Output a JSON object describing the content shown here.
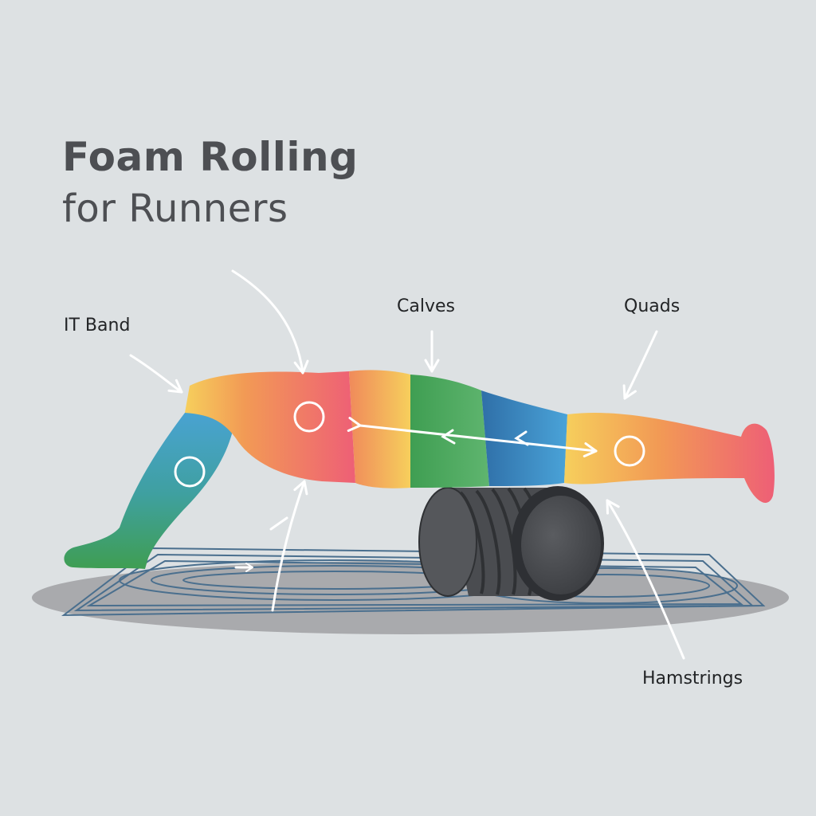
{
  "title": {
    "line1": "Foam Rolling",
    "line2": "for Runners"
  },
  "labels": {
    "it_band": "IT Band",
    "calves": "Calves",
    "quads": "Quads",
    "hamstrings": "Hamstrings"
  },
  "colors": {
    "background": "#dde1e3",
    "title_text": "#4d4f53",
    "label_text": "#222426",
    "arrow": "#ffffff",
    "mat_shadow": "#a9aaad",
    "mat_lines": "#4a6f8e",
    "roller": "#4c4e52",
    "leg_orange": "#f0a64c",
    "leg_pink": "#ee5f76",
    "leg_green": "#3f9e52",
    "leg_blue": "#3f8cc4",
    "leg_yellow": "#f6cf5c"
  },
  "icons": [
    "arrow-icon",
    "target-circle-icon",
    "foam-roller-icon",
    "mat-icon"
  ]
}
